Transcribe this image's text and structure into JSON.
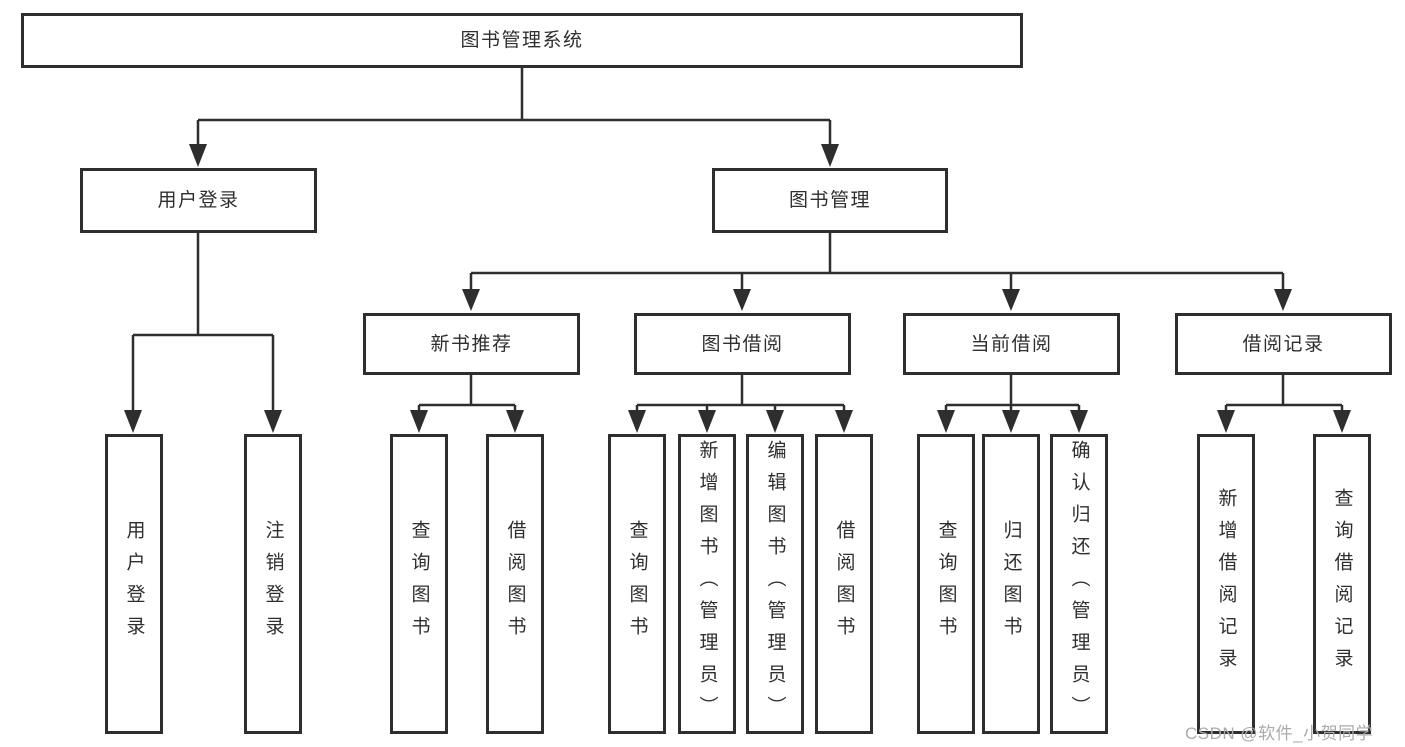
{
  "diagram": {
    "root": {
      "label": "图书管理系统"
    },
    "branches": [
      {
        "label": "用户登录",
        "children": [
          {
            "label": "用户登录"
          },
          {
            "label": "注销登录"
          }
        ]
      },
      {
        "label": "图书管理",
        "children": [
          {
            "label": "新书推荐",
            "children": [
              {
                "label": "查询图书"
              },
              {
                "label": "借阅图书"
              }
            ]
          },
          {
            "label": "图书借阅",
            "children": [
              {
                "label": "查询图书"
              },
              {
                "label": "新增图书（管理员）"
              },
              {
                "label": "编辑图书（管理员）"
              },
              {
                "label": "借阅图书"
              }
            ]
          },
          {
            "label": "当前借阅",
            "children": [
              {
                "label": "查询图书"
              },
              {
                "label": "归还图书"
              },
              {
                "label": "确认归还（管理员）"
              }
            ]
          },
          {
            "label": "借阅记录",
            "children": [
              {
                "label": "新增借阅记录"
              },
              {
                "label": "查询借阅记录"
              }
            ]
          }
        ]
      }
    ]
  },
  "watermark": {
    "text": "CSDN @软件_小贺同学"
  },
  "colors": {
    "line": "#2e2e2e",
    "box_border": "#2e2e2e",
    "text": "#2f2f2f",
    "watermark": "#ababab",
    "background": "#ffffff"
  }
}
